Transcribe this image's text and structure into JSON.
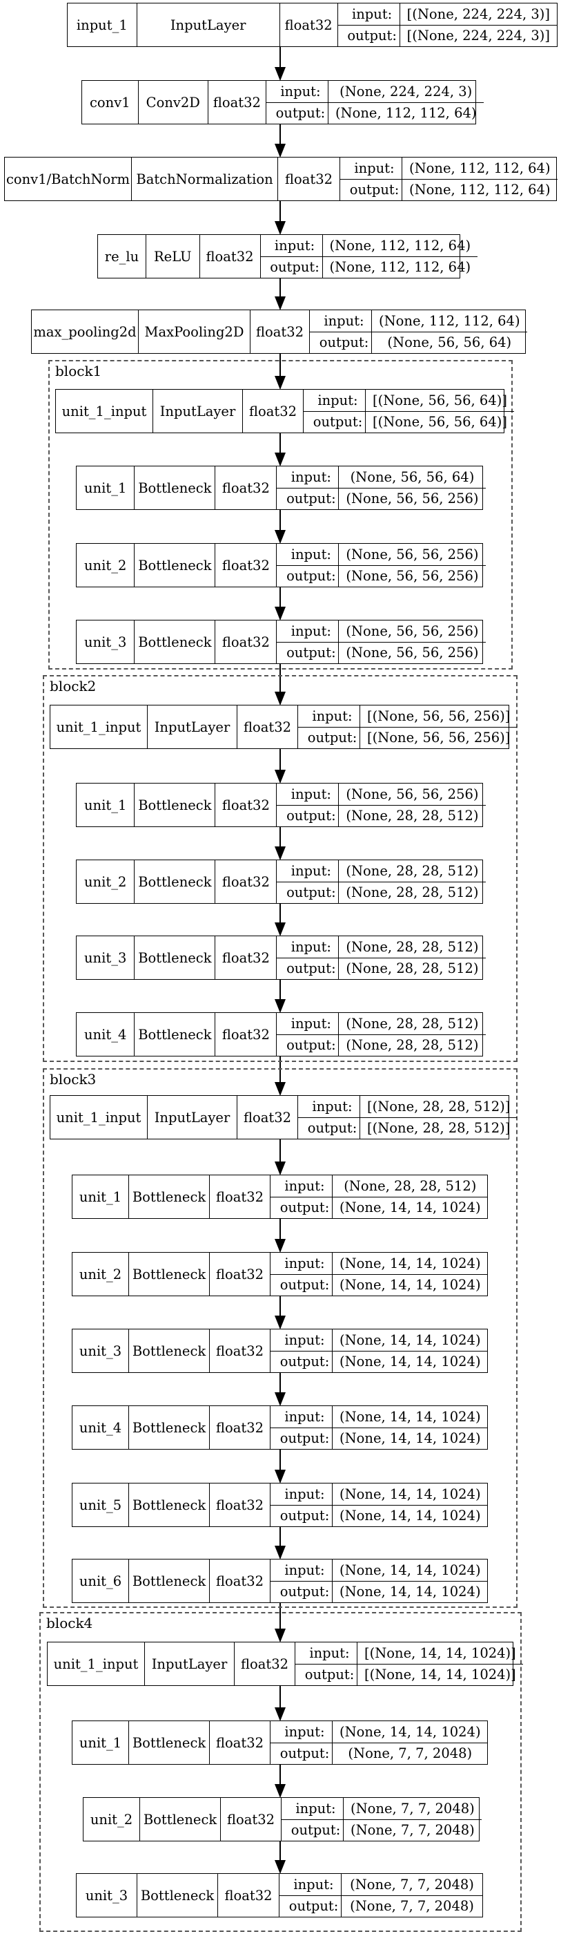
{
  "layers": [
    {
      "name": "input_1",
      "type": "InputLayer",
      "dtype": "float32",
      "input_label": "input:",
      "output_label": "output:",
      "input": "[(None, 224, 224, 3)]",
      "output": "[(None, 224, 224, 3)]"
    },
    {
      "name": "conv1",
      "type": "Conv2D",
      "dtype": "float32",
      "input_label": "input:",
      "output_label": "output:",
      "input": "(None, 224, 224, 3)",
      "output": "(None, 112, 112, 64)"
    },
    {
      "name": "conv1/BatchNorm",
      "type": "BatchNormalization",
      "dtype": "float32",
      "input_label": "input:",
      "output_label": "output:",
      "input": "(None, 112, 112, 64)",
      "output": "(None, 112, 112, 64)"
    },
    {
      "name": "re_lu",
      "type": "ReLU",
      "dtype": "float32",
      "input_label": "input:",
      "output_label": "output:",
      "input": "(None, 112, 112, 64)",
      "output": "(None, 112, 112, 64)"
    },
    {
      "name": "max_pooling2d",
      "type": "MaxPooling2D",
      "dtype": "float32",
      "input_label": "input:",
      "output_label": "output:",
      "input": "(None, 112, 112, 64)",
      "output": "(None, 56, 56, 64)"
    },
    {
      "name": "unit_1_input",
      "type": "InputLayer",
      "dtype": "float32",
      "input_label": "input:",
      "output_label": "output:",
      "input": "[(None, 56, 56, 64)]",
      "output": "[(None, 56, 56, 64)]"
    },
    {
      "name": "unit_1",
      "type": "Bottleneck",
      "dtype": "float32",
      "input_label": "input:",
      "output_label": "output:",
      "input": "(None, 56, 56, 64)",
      "output": "(None, 56, 56, 256)"
    },
    {
      "name": "unit_2",
      "type": "Bottleneck",
      "dtype": "float32",
      "input_label": "input:",
      "output_label": "output:",
      "input": "(None, 56, 56, 256)",
      "output": "(None, 56, 56, 256)"
    },
    {
      "name": "unit_3",
      "type": "Bottleneck",
      "dtype": "float32",
      "input_label": "input:",
      "output_label": "output:",
      "input": "(None, 56, 56, 256)",
      "output": "(None, 56, 56, 256)"
    },
    {
      "name": "unit_1_input",
      "type": "InputLayer",
      "dtype": "float32",
      "input_label": "input:",
      "output_label": "output:",
      "input": "[(None, 56, 56, 256)]",
      "output": "[(None, 56, 56, 256)]"
    },
    {
      "name": "unit_1",
      "type": "Bottleneck",
      "dtype": "float32",
      "input_label": "input:",
      "output_label": "output:",
      "input": "(None, 56, 56, 256)",
      "output": "(None, 28, 28, 512)"
    },
    {
      "name": "unit_2",
      "type": "Bottleneck",
      "dtype": "float32",
      "input_label": "input:",
      "output_label": "output:",
      "input": "(None, 28, 28, 512)",
      "output": "(None, 28, 28, 512)"
    },
    {
      "name": "unit_3",
      "type": "Bottleneck",
      "dtype": "float32",
      "input_label": "input:",
      "output_label": "output:",
      "input": "(None, 28, 28, 512)",
      "output": "(None, 28, 28, 512)"
    },
    {
      "name": "unit_4",
      "type": "Bottleneck",
      "dtype": "float32",
      "input_label": "input:",
      "output_label": "output:",
      "input": "(None, 28, 28, 512)",
      "output": "(None, 28, 28, 512)"
    },
    {
      "name": "unit_1_input",
      "type": "InputLayer",
      "dtype": "float32",
      "input_label": "input:",
      "output_label": "output:",
      "input": "[(None, 28, 28, 512)]",
      "output": "[(None, 28, 28, 512)]"
    },
    {
      "name": "unit_1",
      "type": "Bottleneck",
      "dtype": "float32",
      "input_label": "input:",
      "output_label": "output:",
      "input": "(None, 28, 28, 512)",
      "output": "(None, 14, 14, 1024)"
    },
    {
      "name": "unit_2",
      "type": "Bottleneck",
      "dtype": "float32",
      "input_label": "input:",
      "output_label": "output:",
      "input": "(None, 14, 14, 1024)",
      "output": "(None, 14, 14, 1024)"
    },
    {
      "name": "unit_3",
      "type": "Bottleneck",
      "dtype": "float32",
      "input_label": "input:",
      "output_label": "output:",
      "input": "(None, 14, 14, 1024)",
      "output": "(None, 14, 14, 1024)"
    },
    {
      "name": "unit_4",
      "type": "Bottleneck",
      "dtype": "float32",
      "input_label": "input:",
      "output_label": "output:",
      "input": "(None, 14, 14, 1024)",
      "output": "(None, 14, 14, 1024)"
    },
    {
      "name": "unit_5",
      "type": "Bottleneck",
      "dtype": "float32",
      "input_label": "input:",
      "output_label": "output:",
      "input": "(None, 14, 14, 1024)",
      "output": "(None, 14, 14, 1024)"
    },
    {
      "name": "unit_6",
      "type": "Bottleneck",
      "dtype": "float32",
      "input_label": "input:",
      "output_label": "output:",
      "input": "(None, 14, 14, 1024)",
      "output": "(None, 14, 14, 1024)"
    },
    {
      "name": "unit_1_input",
      "type": "InputLayer",
      "dtype": "float32",
      "input_label": "input:",
      "output_label": "output:",
      "input": "[(None, 14, 14, 1024)]",
      "output": "[(None, 14, 14, 1024)]"
    },
    {
      "name": "unit_1",
      "type": "Bottleneck",
      "dtype": "float32",
      "input_label": "input:",
      "output_label": "output:",
      "input": "(None, 14, 14, 1024)",
      "output": "(None, 7, 7, 2048)"
    },
    {
      "name": "unit_2",
      "type": "Bottleneck",
      "dtype": "float32",
      "input_label": "input:",
      "output_label": "output:",
      "input": "(None, 7, 7, 2048)",
      "output": "(None, 7, 7, 2048)"
    },
    {
      "name": "unit_3",
      "type": "Bottleneck",
      "dtype": "float32",
      "input_label": "input:",
      "output_label": "output:",
      "input": "(None, 7, 7, 2048)",
      "output": "(None, 7, 7, 2048)"
    }
  ],
  "blocks": [
    {
      "title": "block1"
    },
    {
      "title": "block2"
    },
    {
      "title": "block3"
    },
    {
      "title": "block4"
    }
  ]
}
